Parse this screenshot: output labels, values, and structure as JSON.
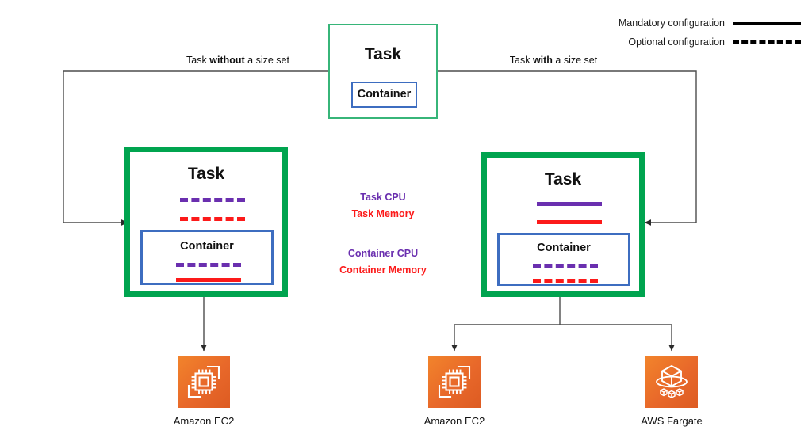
{
  "legend": {
    "items": [
      {
        "label": "Mandatory configuration",
        "style": "solid"
      },
      {
        "label": "Optional configuration",
        "style": "dashed"
      }
    ]
  },
  "flow": {
    "left_label_prefix": "Task ",
    "left_label_emphasis": "without",
    "left_label_suffix": " a size set",
    "right_label_prefix": "Task ",
    "right_label_emphasis": "with",
    "right_label_suffix": " a size set"
  },
  "top_task": {
    "title": "Task",
    "container_title": "Container"
  },
  "left_task": {
    "title": "Task",
    "container_title": "Container",
    "task_cpu_style": "dashed",
    "task_memory_style": "dashed",
    "container_cpu_style": "dashed",
    "container_memory_style": "solid"
  },
  "right_task": {
    "title": "Task",
    "container_title": "Container",
    "task_cpu_style": "solid",
    "task_memory_style": "solid",
    "container_cpu_style": "dashed",
    "container_memory_style": "dashed"
  },
  "keys": {
    "task_cpu": "Task CPU",
    "task_memory": "Task Memory",
    "container_cpu": "Container CPU",
    "container_memory": "Container Memory"
  },
  "services": {
    "left_ec2": {
      "label": "Amazon EC2",
      "icon": "amazon-ec2-icon"
    },
    "right_ec2": {
      "label": "Amazon EC2",
      "icon": "amazon-ec2-icon"
    },
    "fargate": {
      "label": "AWS Fargate",
      "icon": "aws-fargate-icon"
    }
  },
  "colors": {
    "green_thick": "#00A44F",
    "green_thin": "#37B579",
    "blue": "#3D6DC0",
    "purple": "#6A2FAF",
    "red": "#FC1A1A",
    "aws_orange": "#E8682A",
    "wire": "#4D4D4D"
  }
}
